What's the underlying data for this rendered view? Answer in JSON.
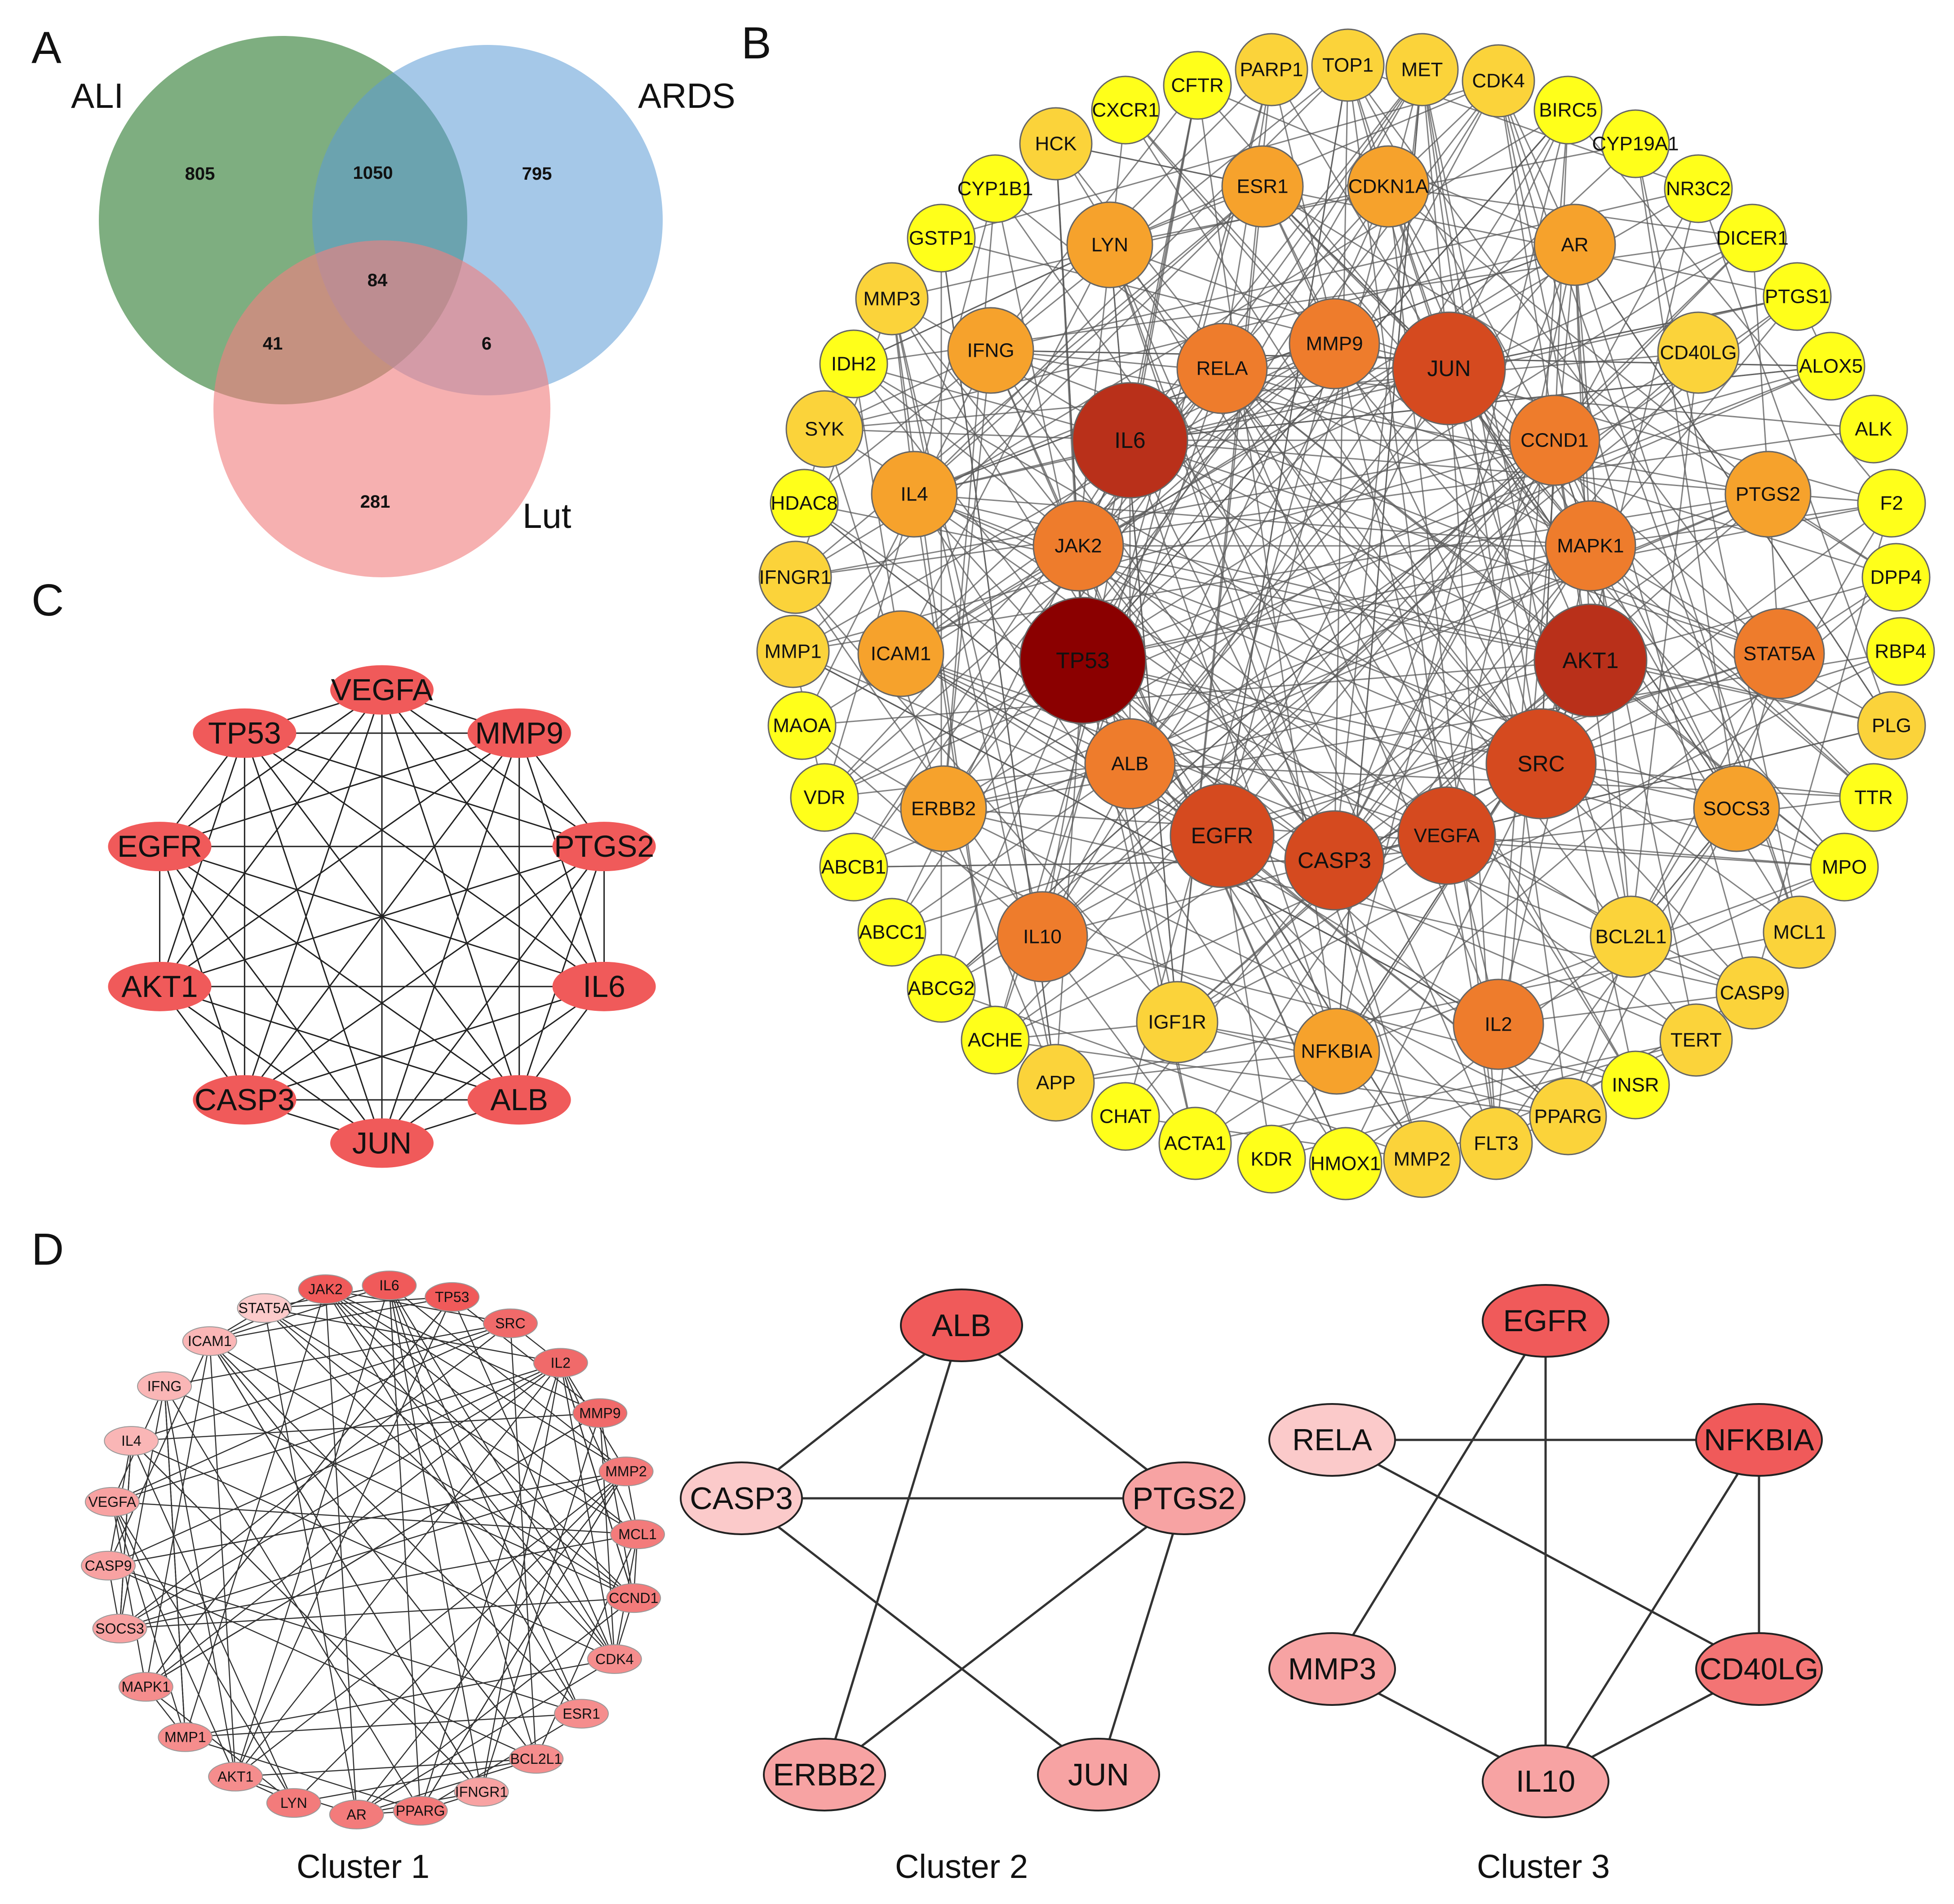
{
  "panels": {
    "A": "A",
    "B": "B",
    "C": "C",
    "D": "D"
  },
  "venn": {
    "sets": [
      {
        "name": "ALI",
        "color": "#5d9e5d"
      },
      {
        "name": "ARDS",
        "color": "#7fb0de"
      },
      {
        "name": "Lut",
        "color": "#f08e96"
      }
    ],
    "regions": [
      {
        "sets": "ALI only",
        "value": "805"
      },
      {
        "sets": "ALI∩ARDS",
        "value": "1050"
      },
      {
        "sets": "ARDS only",
        "value": "795"
      },
      {
        "sets": "ALI∩ARDS∩Lut",
        "value": "84"
      },
      {
        "sets": "ALI∩Lut",
        "value": "41"
      },
      {
        "sets": "ARDS∩Lut",
        "value": "6"
      },
      {
        "sets": "Lut only",
        "value": "281"
      }
    ]
  },
  "network_b": {
    "nodes": [
      "TP53",
      "IL6",
      "JUN",
      "AKT1",
      "SRC",
      "EGFR",
      "CASP3",
      "VEGFA",
      "MMP9",
      "RELA",
      "CCND1",
      "MAPK1",
      "JAK2",
      "ALB",
      "STAT5A",
      "IL2",
      "IL10",
      "IL4",
      "NFKBIA",
      "ERBB2",
      "ICAM1",
      "SOCS3",
      "PTGS2",
      "IFNG",
      "LYN",
      "ESR1",
      "CDKN1A",
      "AR",
      "CD40LG",
      "BCL2L1",
      "IGF1R",
      "HCK",
      "PARP1",
      "TOP1",
      "MET",
      "CDK4",
      "CXCR1",
      "CFTR",
      "BIRC5",
      "CYP19A1",
      "NR3C2",
      "DICER1",
      "PTGS1",
      "ALOX5",
      "ALK",
      "F2",
      "DPP4",
      "RBP4",
      "PLG",
      "TTR",
      "MPO",
      "MCL1",
      "CASP9",
      "TERT",
      "INSR",
      "PPARG",
      "FLT3",
      "MMP2",
      "HMOX1",
      "KDR",
      "ACTA1",
      "CHAT",
      "APP",
      "ACHE",
      "ABCG2",
      "ABCC1",
      "ABCB1",
      "VDR",
      "MAOA",
      "MMP1",
      "IFNGR1",
      "HDAC8",
      "SYK",
      "IDH2",
      "MMP3",
      "GSTP1",
      "CYP1B1"
    ],
    "color_scale": [
      "#ffff1a",
      "#fbd33a",
      "#f6a22c",
      "#ee7c2c",
      "#d54a1f",
      "#b9301a",
      "#8b0000"
    ]
  },
  "network_c": {
    "nodes": [
      "VEGFA",
      "MMP9",
      "PTGS2",
      "IL6",
      "ALB",
      "JUN",
      "CASP3",
      "AKT1",
      "EGFR",
      "TP53"
    ],
    "node_color": "#f05a5a"
  },
  "network_d": {
    "cluster1": {
      "title": "Cluster 1",
      "nodes": [
        "JAK2",
        "IL6",
        "TP53",
        "SRC",
        "IL2",
        "MMP9",
        "MMP2",
        "MCL1",
        "CCND1",
        "CDK4",
        "ESR1",
        "BCL2L1",
        "IFNGR1",
        "PPARG",
        "AR",
        "LYN",
        "AKT1",
        "MMP1",
        "MAPK1",
        "SOCS3",
        "CASP9",
        "VEGFA",
        "IL4",
        "IFNG",
        "ICAM1",
        "STAT5A"
      ]
    },
    "cluster2": {
      "title": "Cluster 2",
      "nodes": [
        "ALB",
        "CASP3",
        "PTGS2",
        "ERBB2",
        "JUN"
      ]
    },
    "cluster3": {
      "title": "Cluster 3",
      "nodes": [
        "EGFR",
        "RELA",
        "NFKBIA",
        "MMP3",
        "CD40LG",
        "IL10"
      ]
    }
  }
}
